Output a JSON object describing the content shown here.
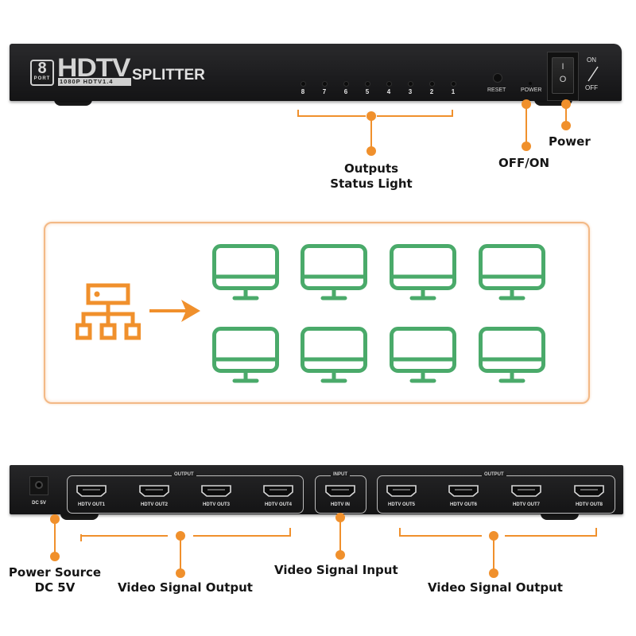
{
  "top_device": {
    "port_count": "8",
    "port_word": "PORT",
    "brand": "HDTV",
    "sub_brand": "1080P HDTV1.4",
    "product_name": "SPLITTER",
    "status_leds": [
      "8",
      "7",
      "6",
      "5",
      "4",
      "3",
      "2",
      "1"
    ],
    "reset_label": "RESET",
    "power_label": "POWER",
    "switch_on_symbol": "I",
    "switch_off_symbol": "O",
    "on_label": "ON",
    "off_label": "OFF"
  },
  "top_callouts": {
    "outputs_status_light": [
      "Outputs",
      "Status Light"
    ],
    "power": "Power",
    "off_on": "OFF/ON"
  },
  "diagram": {
    "source_icon": "network-hub-icon",
    "arrow_icon": "arrow-right-icon",
    "monitor_icon": "monitor-icon",
    "monitor_count": 8,
    "colors": {
      "accent_orange": "#f0902c",
      "monitor_green": "#4aaa6a",
      "panel_border": "#f3b986"
    }
  },
  "bottom_device": {
    "dc_label": "DC 5V",
    "output_group_title": "OUTPUT",
    "input_group_title": "INPUT",
    "outputs_left": [
      "HDTV OUT1",
      "HDTV OUT2",
      "HDTV OUT3",
      "HDTV OUT4"
    ],
    "input": "HDTV IN",
    "outputs_right": [
      "HDTV OUT5",
      "HDTV OUT6",
      "HDTV OUT7",
      "HDTV OUT8"
    ]
  },
  "bottom_callouts": {
    "power_source": [
      "Power Source",
      "DC 5V"
    ],
    "video_signal_output_left": "Video Signal Output",
    "video_signal_input": "Video Signal Input",
    "video_signal_output_right": "Video Signal Output"
  }
}
